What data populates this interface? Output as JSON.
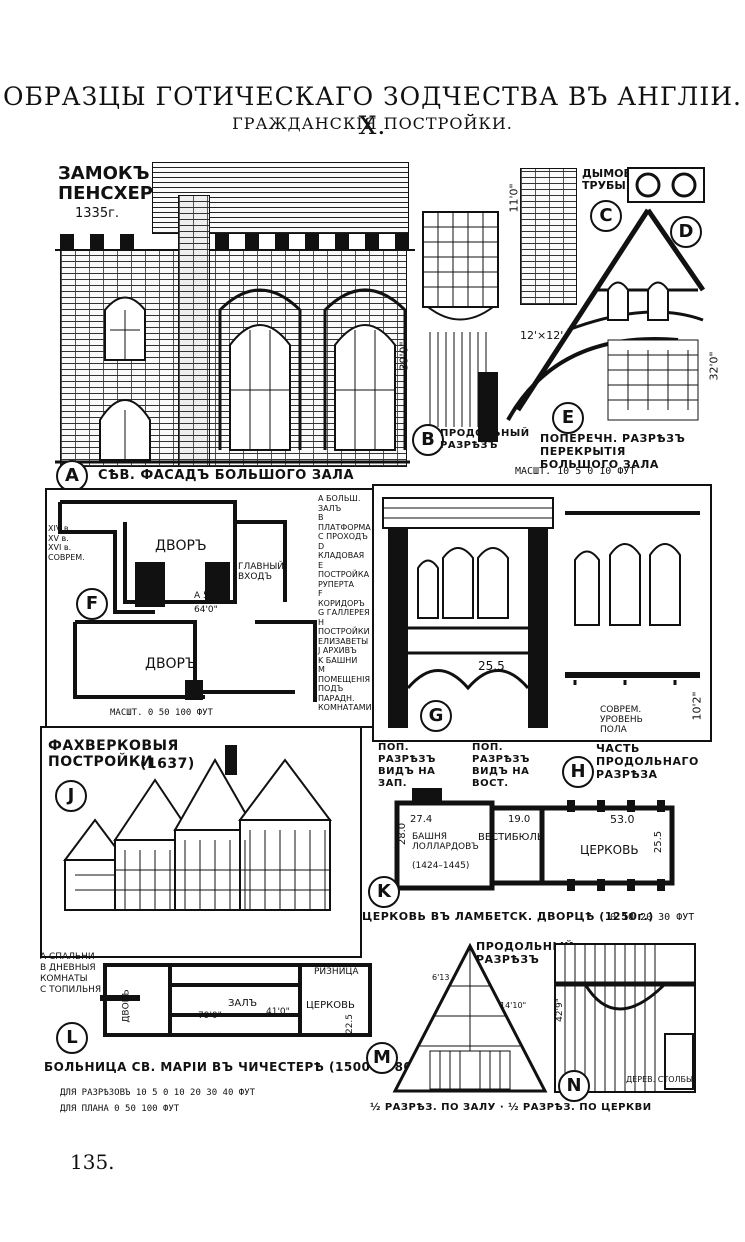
{
  "header": {
    "title": "ОБРАЗЦЫ ГОТИЧЕСКАГО ЗОДЧЕСТВА ВЪ АНГЛІИ. X.",
    "subtitle": "ГРАЖДАНСКІЯ ПОСТРОЙКИ."
  },
  "page_number": "135.",
  "castle": {
    "name": "ЗАМОКЪ ПЕНСХЕРСТЪ",
    "year": "1335г.",
    "caption_a": "СѢВ. ФАСАДЪ БОЛЬШОГО ЗАЛА",
    "caption_b": "ПРОДОЛЬНЫЙ РАЗРѢЗЪ",
    "chimney": "ДЫМОВЫЯ ТРУБЫ",
    "caption_e": "ПОПЕРЕЧН. РАЗРѢЗЪ ПЕРЕКРЫТІЯ БОЛЬШОГО ЗАЛА",
    "dim_height": "39'0\"",
    "dim_chimney": "11'0\"",
    "dim_12": "12'×12'",
    "dim_32": "32'0\"",
    "scale": "МАСШТ. 10  5  0  10 ФУТ"
  },
  "plan_f": {
    "court1": "ДВОРЪ",
    "court2": "ДВОРЪ",
    "main_entry": "ГЛАВНЫЙ ВХОДЪ",
    "legend_left": [
      "XIV в.",
      "XV в.",
      "XVI в.",
      "СОВРЕМ."
    ],
    "legend_right": [
      "A БОЛЬШ. ЗАЛЪ",
      "B ПЛАТФОРМА",
      "C ПРОХОДЪ",
      "D КЛАДОВАЯ",
      "E ПОСТРОЙКА РУПЕРТА",
      "F КОРИДОРЪ",
      "G ГАЛЛЕРЕЯ",
      "H ПОСТРОЙКИ ЕЛИЗАВЕТЫ",
      "J АРХИВЪ",
      "K БАШНИ",
      "M ПОМЕЩЕНІЯ ПОДЪ ПАРАДН. КОМНАТАМИ"
    ],
    "dim_a": "A 50",
    "dim_b": "64'0\"",
    "scale": "МАСШТ. 0    50    100 ФУТ"
  },
  "section_g": {
    "dim": "25.5",
    "caption_left": "ПОП. РАЗРѢЗЪ ВИДЪ НА ЗАП.",
    "caption_right": "ПОП. РАЗРѢЗЪ ВИДЪ НА ВОСТ.",
    "caption_h": "ЧАСТЬ ПРОДОЛЬНАГО РАЗРѢЗА",
    "modern_floor": "СОВРЕМ. УРОВЕНЬ ПОЛА",
    "dim_h": "10'2\""
  },
  "timber": {
    "title": "ФАХВЕРКОВЫЯ ПОСТРОЙКИ",
    "year": "(1637)"
  },
  "lambeth": {
    "tower": "БАШНЯ ЛОЛЛАРДОВЪ",
    "tower_years": "(1424–1445)",
    "vestibule": "ВЕСТИБЮЛЬ",
    "church": "ЦЕРКОВЬ",
    "dim1": "27.4",
    "dim2": "19.0",
    "dim3": "53.0",
    "dim4": "25.5",
    "dim5": "28.0",
    "caption": "ЦЕРКОВЬ ВЪ ЛАМБЕТСК. ДВОРЦѢ (1250г.)",
    "scale": "0  10  20  30 ФУТ"
  },
  "hospital": {
    "legend": [
      "A СПАЛЬНИ",
      "B ДНЕВНЫЯ КОМНАТЫ",
      "C ТОПИЛЬНЯ"
    ],
    "court": "ДВОРЪ",
    "hall": "ЗАЛЪ",
    "church": "ЦЕРКОВЬ",
    "rizniza": "РИЗНИЦА",
    "dim_length": "79'0\"",
    "dim_width": "41'0\"",
    "dim_church": "22.5",
    "caption": "БОЛЬНИЦА СВ. МАРІИ ВЪ ЧИЧЕСТЕРѢ (1500–1680г.)",
    "scale_sections": "ДЛЯ РАЗРѢЗОВЪ 10  5  0   10   20   30   40 ФУТ",
    "scale_plan": "ДЛЯ ПЛАНА  0        50        100 ФУТ",
    "longitudinal": "ПРОДОЛЬНЫЙ РАЗРѢЗЪ",
    "section_m": "½ РАЗРѢЗ. ПО ЗАЛУ · ½ РАЗРѢЗ. ПО ЦЕРКВИ",
    "dim_613": "6'13",
    "dim_429": "42'9\"",
    "dim_1410": "14'10\"",
    "oak": "ДЕРЕВ. СТОЛБЫ"
  },
  "labels": {
    "A": "A",
    "B": "B",
    "C": "C",
    "D": "D",
    "E": "E",
    "F": "F",
    "G": "G",
    "H": "H",
    "J": "J",
    "K": "K",
    "L": "L",
    "M": "M",
    "N": "N"
  }
}
